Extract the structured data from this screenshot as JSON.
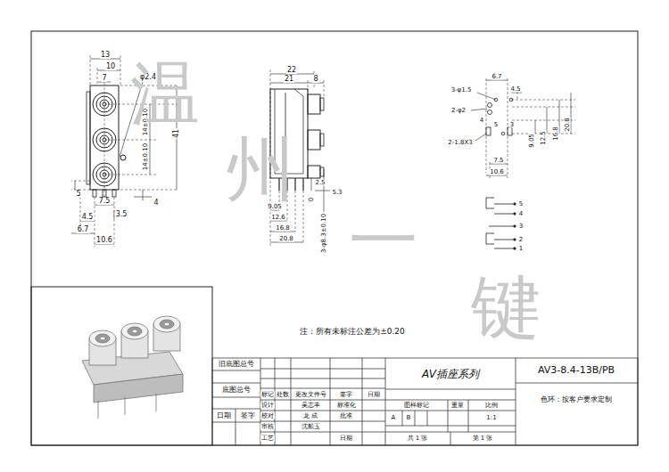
{
  "diagram": {
    "labels": [
      "13",
      "10",
      "7",
      "φ2.4",
      "14±0.10",
      "14±0.10",
      "41",
      "5",
      "4",
      "3.5",
      "4.5",
      "7.5",
      "6.7",
      "10.6",
      "22",
      "21",
      "8",
      "2.5",
      "5.3",
      "0",
      "3-φ8.3±0.10",
      "9.05",
      "12.6",
      "16.8",
      "20.8",
      "6.7",
      "3-φ1.5",
      "4.5",
      "2-φ2",
      "4",
      "5",
      "3",
      "2-1.8X3",
      "9.05",
      "12.5",
      "16.8",
      "20.8",
      "7.5",
      "10.6",
      "5",
      "4",
      "3",
      "2",
      "1",
      "注：所有未标注公差为±0.20",
      "旧底图总号",
      "底图总号",
      "日期",
      "签字",
      "标记",
      "处数",
      "更改文件号",
      "签字",
      "日期",
      "设计",
      "吴志丰",
      "标准化",
      "校对",
      "龙 成",
      "批准",
      "审核",
      "沈船玉",
      "工艺",
      "日期",
      "AV插座系列",
      "图样标记",
      "重量",
      "比例",
      "A",
      "B",
      "1:1",
      "共 1 张",
      "第 1 张",
      "AV3-8.4-13B/PB",
      "色环：按客户要求定制",
      "温",
      "州",
      "一",
      "键"
    ]
  }
}
